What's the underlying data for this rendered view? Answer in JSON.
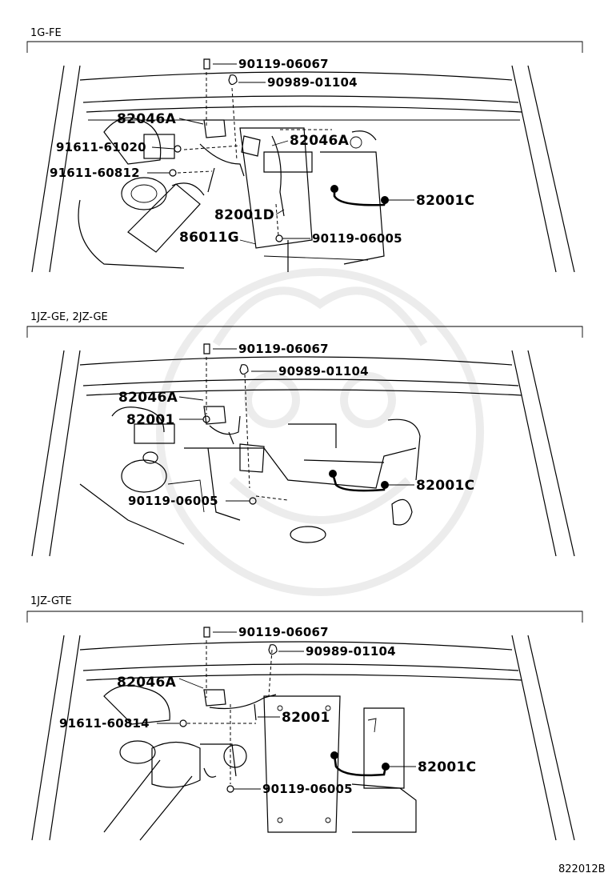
{
  "sections": [
    {
      "title": "1G-FE",
      "labels": {
        "bolt_top": "90119-06067",
        "clamp": "90989-01104",
        "clamp_a_left": "82046A",
        "bolt_91611_a": "91611-61020",
        "bolt_91611_b": "91611-60812",
        "clamp_a_right": "82046A",
        "wire_c": "82001C",
        "wire_d": "82001D",
        "sensor": "86011G",
        "bolt_bottom": "90119-06005"
      }
    },
    {
      "title": "1JZ-GE, 2JZ-GE",
      "labels": {
        "bolt_top": "90119-06067",
        "clamp": "90989-01104",
        "clamp_a": "82046A",
        "wire": "82001",
        "wire_c": "82001C",
        "bolt_bottom": "90119-06005"
      }
    },
    {
      "title": "1JZ-GTE",
      "labels": {
        "bolt_top": "90119-06067",
        "clamp": "90989-01104",
        "clamp_a": "82046A",
        "bolt_91611": "91611-60814",
        "wire": "82001",
        "wire_c": "82001C",
        "bolt_bottom": "90119-06005"
      }
    }
  ],
  "footer_code": "822012B"
}
